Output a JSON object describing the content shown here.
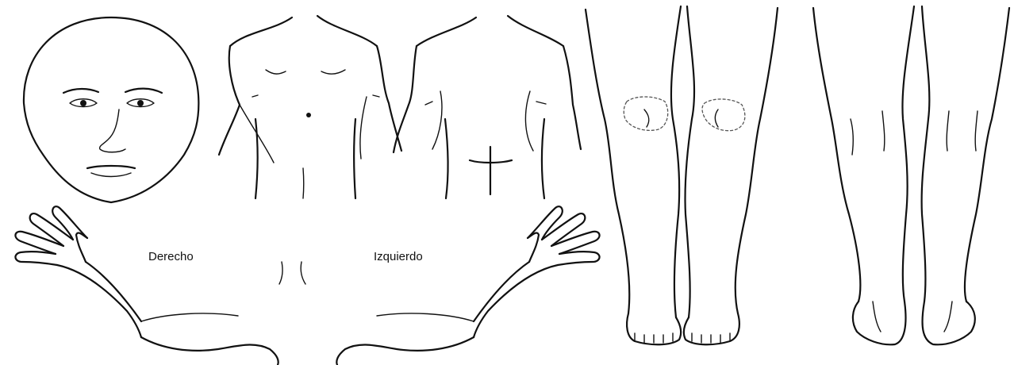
{
  "labels": {
    "right": "Derecho",
    "left": "Izquierdo"
  },
  "figures": [
    {
      "name": "head-front",
      "description_icon": "face-outline-icon"
    },
    {
      "name": "torso-front",
      "description_icon": "chest-outline-icon"
    },
    {
      "name": "torso-back",
      "description_icon": "back-outline-icon"
    },
    {
      "name": "arms-spread",
      "description_icon": "arms-hands-outline-icon"
    },
    {
      "name": "legs-front",
      "description_icon": "legs-front-outline-icon"
    },
    {
      "name": "legs-back",
      "description_icon": "legs-back-outline-icon"
    }
  ],
  "colors": {
    "line": "#111111",
    "background": "#ffffff"
  }
}
